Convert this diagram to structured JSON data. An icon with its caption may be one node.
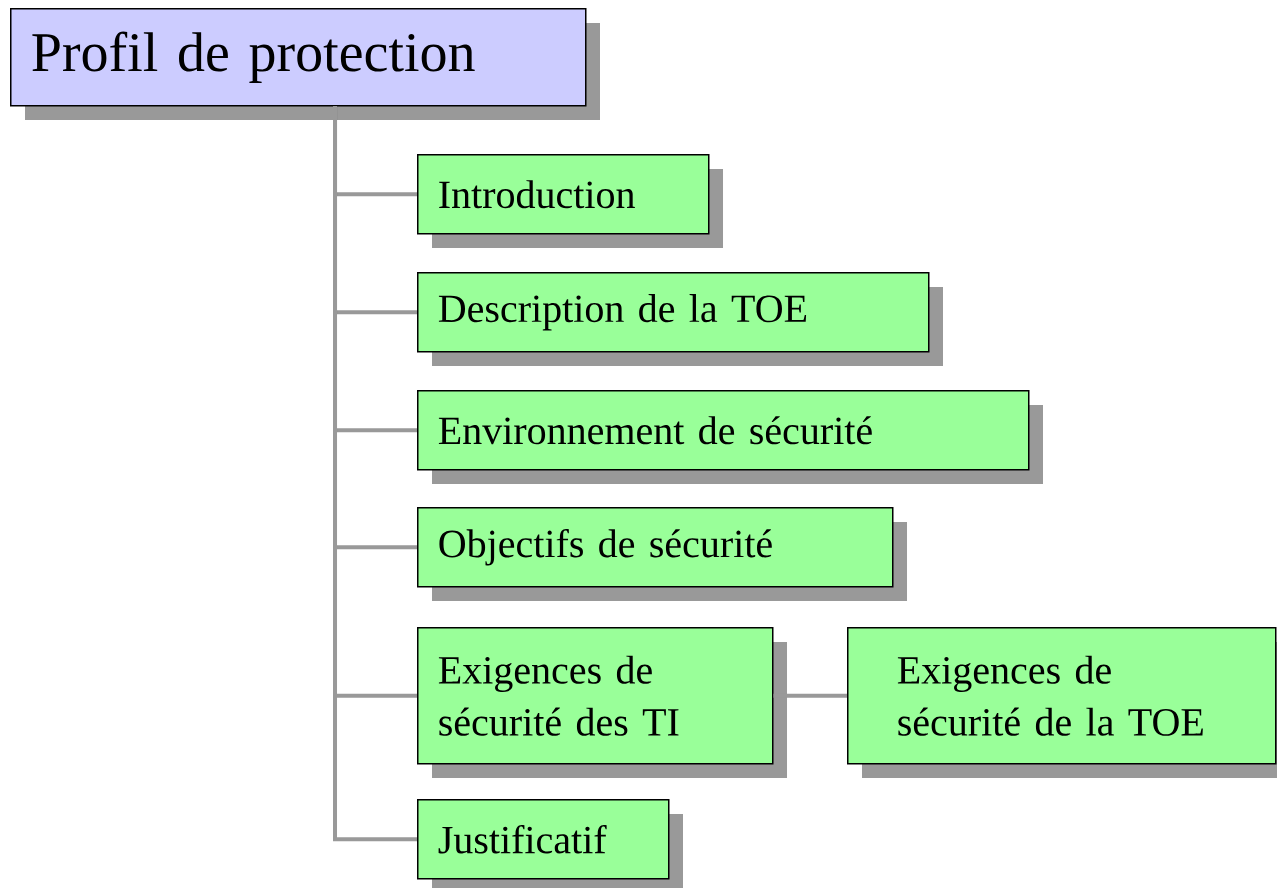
{
  "diagram": {
    "nodes": [
      {
        "text": [
          "Profil de protection"
        ]
      },
      {
        "text": [
          "Introduction"
        ]
      },
      {
        "text": [
          "Description de la TOE"
        ]
      },
      {
        "text": [
          "Environnement de sécurité"
        ]
      },
      {
        "text": [
          "Objectifs de sécurité"
        ]
      },
      {
        "text": [
          "Exigences de sécurité des TI"
        ]
      },
      {
        "text": [
          "Exigences de sécurité de la TOE"
        ]
      },
      {
        "text": [
          "Justificatif"
        ]
      }
    ],
    "edges": [
      {
        "from": 0,
        "to": 1,
        "arrow": "none"
      },
      {
        "from": 0,
        "to": 2,
        "arrow": "none"
      },
      {
        "from": 0,
        "to": 3,
        "arrow": "none"
      },
      {
        "from": 0,
        "to": 4,
        "arrow": "none"
      },
      {
        "from": 0,
        "to": 5,
        "arrow": "none"
      },
      {
        "from": 0,
        "to": 7,
        "arrow": "none"
      },
      {
        "from": 5,
        "to": 6,
        "arrow": "none"
      }
    ]
  }
}
